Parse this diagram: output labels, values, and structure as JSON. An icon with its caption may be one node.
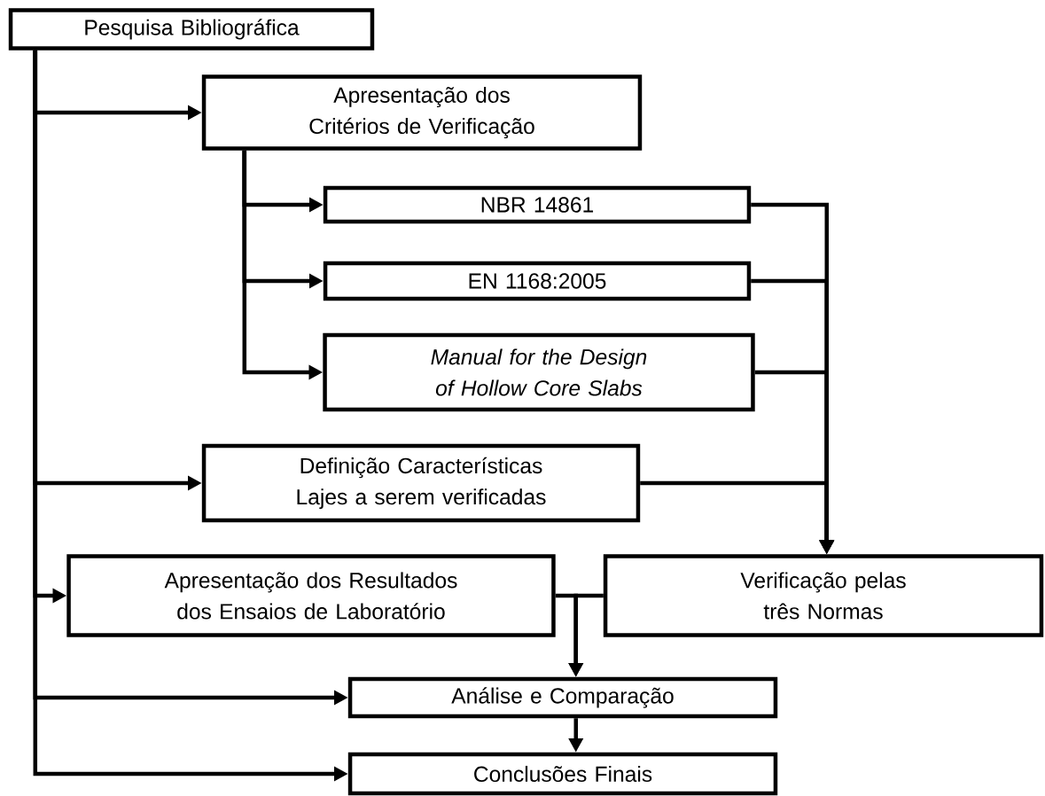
{
  "diagram": {
    "nodes": [
      {
        "text": [
          "Pesquisa Bibliográfica"
        ]
      },
      {
        "text": [
          "Apresentação dos Critérios de Verificação"
        ]
      },
      {
        "text": [
          "NBR 14861"
        ]
      },
      {
        "text": [
          "EN 1168:2005"
        ]
      },
      {
        "text": [
          "Manual for the Design of Hollow Core Slabs"
        ]
      },
      {
        "text": [
          "Definição Características Lajes a serem verificadas"
        ]
      },
      {
        "text": [
          "Apresentação dos Resultados dos Ensaios de Laboratório"
        ]
      },
      {
        "text": [
          "Verificação pelas três Normas"
        ]
      },
      {
        "text": [
          "Análise e Comparação"
        ]
      },
      {
        "text": [
          "Conclusões Finais"
        ]
      }
    ],
    "edges": [
      {
        "from": 0,
        "to": 1,
        "arrow": "to"
      },
      {
        "from": 0,
        "to": 5,
        "arrow": "to"
      },
      {
        "from": 0,
        "to": 6,
        "arrow": "to"
      },
      {
        "from": 0,
        "to": 8,
        "arrow": "to"
      },
      {
        "from": 0,
        "to": 9,
        "arrow": "to"
      },
      {
        "from": 1,
        "to": 2,
        "arrow": "to"
      },
      {
        "from": 1,
        "to": 3,
        "arrow": "to"
      },
      {
        "from": 1,
        "to": 4,
        "arrow": "to"
      },
      {
        "from": 2,
        "to": 7,
        "arrow": "to"
      },
      {
        "from": 3,
        "to": 7,
        "arrow": "to"
      },
      {
        "from": 4,
        "to": 7,
        "arrow": "to"
      },
      {
        "from": 5,
        "to": 7,
        "arrow": "to"
      },
      {
        "from": 6,
        "to": 8,
        "arrow": "to"
      },
      {
        "from": 7,
        "to": 8,
        "arrow": "to"
      },
      {
        "from": 8,
        "to": 9,
        "arrow": "to"
      }
    ]
  }
}
